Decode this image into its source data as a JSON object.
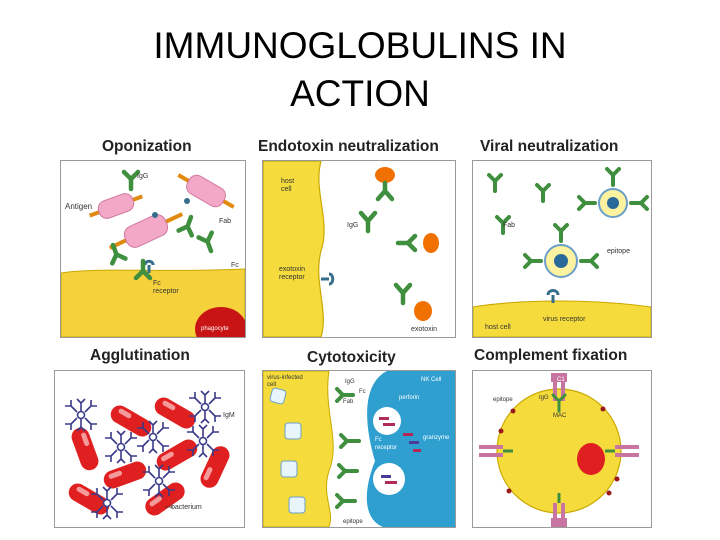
{
  "title": {
    "line1": "IMMUNOGLOBULINS IN",
    "line2": "ACTION"
  },
  "panels": {
    "opsonization": {
      "title": "Oponization",
      "igg": "IgG",
      "antigen": "Antigen",
      "fab": "Fab",
      "fc": "Fc",
      "fc_receptor_1": "Fc",
      "fc_receptor_2": "receptor",
      "phagocyte": "phagocyte"
    },
    "endotoxin": {
      "title": "Endotoxin neutralization",
      "host_cell_1": "host",
      "host_cell_2": "cell",
      "igg": "IgG",
      "exotoxin_receptor_1": "exotoxin",
      "exotoxin_receptor_2": "receptor",
      "exotoxin": "exotoxin"
    },
    "viral": {
      "title": "Viral neutralization",
      "fab": "Fab",
      "epitope": "epitope",
      "virus_receptor": "virus receptor",
      "host_cell": "host cell"
    },
    "agglutination": {
      "title": "Agglutination",
      "igm": "IgM",
      "bacterium": "bacterium"
    },
    "cytotoxicity": {
      "title": "Cytotoxicity",
      "virus_infected_1": "virus-infected",
      "virus_infected_2": "cell",
      "igg": "IgG",
      "fab": "Fab",
      "fc": "Fc",
      "nk_cell": "NK Cell",
      "perforin": "perforin",
      "granzyme": "granzyme",
      "fc_receptor_1": "Fc",
      "fc_receptor_2": "receptor",
      "epitope": "epitope"
    },
    "complement": {
      "title": "Complement fixation",
      "c1": "C1",
      "epitope": "epitope",
      "igg": "IgG",
      "mac": "MAC"
    }
  },
  "colors": {
    "antibody": "#3f8f3f",
    "antibody_dark": "#2a6a2a",
    "cell_yellow": "#f5dc3c",
    "cell_edge": "#c9a800",
    "bacterium": "#e02020",
    "phagocyte": "#c81414",
    "toxin": "#f07000",
    "nk_blue": "#2f9fd0",
    "receptor": "#356e8a"
  }
}
